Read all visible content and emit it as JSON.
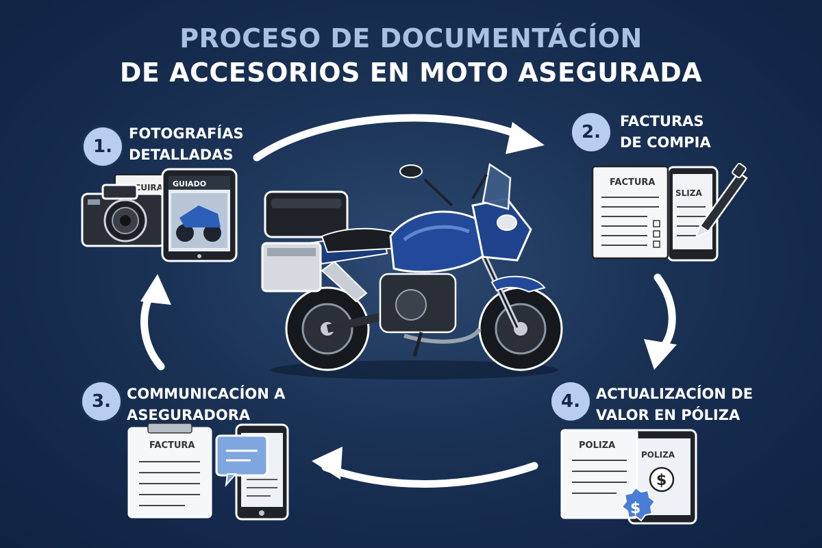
{
  "title": {
    "line1": "PROCESO DE DOCUMENTÁCÍON",
    "line2": "DE ACCESORIOS EN MOTO ASEGURADA"
  },
  "steps": [
    {
      "number": "1.",
      "line1": "FOTOGRAFÍAS",
      "line2": "DETALLADAS",
      "doc_text": "FOCUIRA",
      "screen_text": "GUIADO"
    },
    {
      "number": "2.",
      "line1": "FACTURAS",
      "line2": "DE COMPIA",
      "doc_text": "FACTURA",
      "screen_text": "SLIZA"
    },
    {
      "number": "3.",
      "line1": "COMMUNICACÍON A",
      "line2": "ASEGURADORA",
      "doc_text": "FACTURA"
    },
    {
      "number": "4.",
      "line1": "ACTUALIZACÍON DE",
      "line2": "VALOR EN PÓLIZA",
      "doc_text": "POLIZA",
      "screen_text": "POLIZA"
    }
  ],
  "icons": {
    "camera": "camera-icon",
    "tablet": "tablet-icon",
    "invoice": "invoice-icon",
    "pen": "pen-icon",
    "clipboard": "clipboard-icon",
    "phone": "phone-icon",
    "chat": "chat-bubble-icon",
    "dollar": "dollar-badge-icon",
    "motorcycle": "motorcycle-icon"
  },
  "colors": {
    "background": "#13284a",
    "accent": "#b9cdf0",
    "title_top": "#a9c0e2",
    "moto_blue": "#234a9a",
    "badge_blue": "#4a7ed6"
  }
}
